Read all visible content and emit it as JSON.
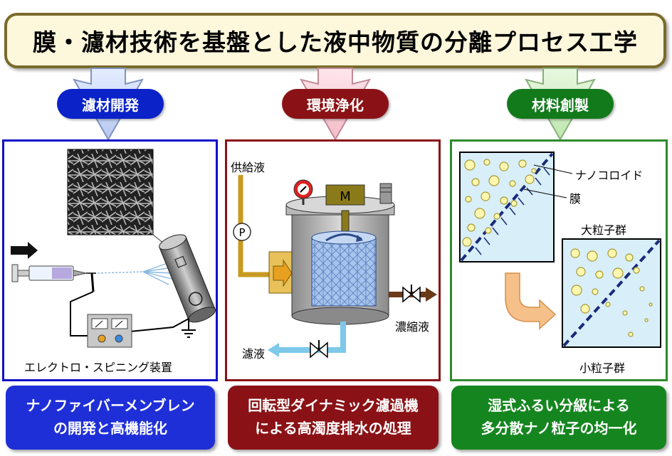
{
  "title": "膜・濾材技術を基盤とした液中物質の分離プロセス工学",
  "sections": [
    {
      "pill": "濾材開発",
      "pill_color": "#0a22c8",
      "border_color": "#1010c8",
      "labels": {
        "apparatus": "エレクトロ・スピニング装置"
      },
      "bottom_lines": [
        "ナノファイバーメンブレン",
        "の開発と高機能化"
      ],
      "bottom_color": "#1f2fd8"
    },
    {
      "pill": "環境浄化",
      "pill_color": "#8a1216",
      "border_color": "#8a1216",
      "labels": {
        "feed": "供給液",
        "motor": "M",
        "pump": "P",
        "concentrate": "濃縮液",
        "filtrate": "濾液"
      },
      "bottom_lines": [
        "回転型ダイナミック濾過機",
        "による高濁度排水の処理"
      ],
      "bottom_color": "#8a1216"
    },
    {
      "pill": "材料創製",
      "pill_color": "#137a1c",
      "border_color": "#2e8b2e",
      "labels": {
        "colloid": "ナノコロイド",
        "membrane": "膜",
        "large": "大粒子群",
        "small": "小粒子群"
      },
      "bottom_lines": [
        "湿式ふるい分級による",
        "多分散ナノ粒子の均一化"
      ],
      "bottom_color": "#15861f"
    }
  ]
}
